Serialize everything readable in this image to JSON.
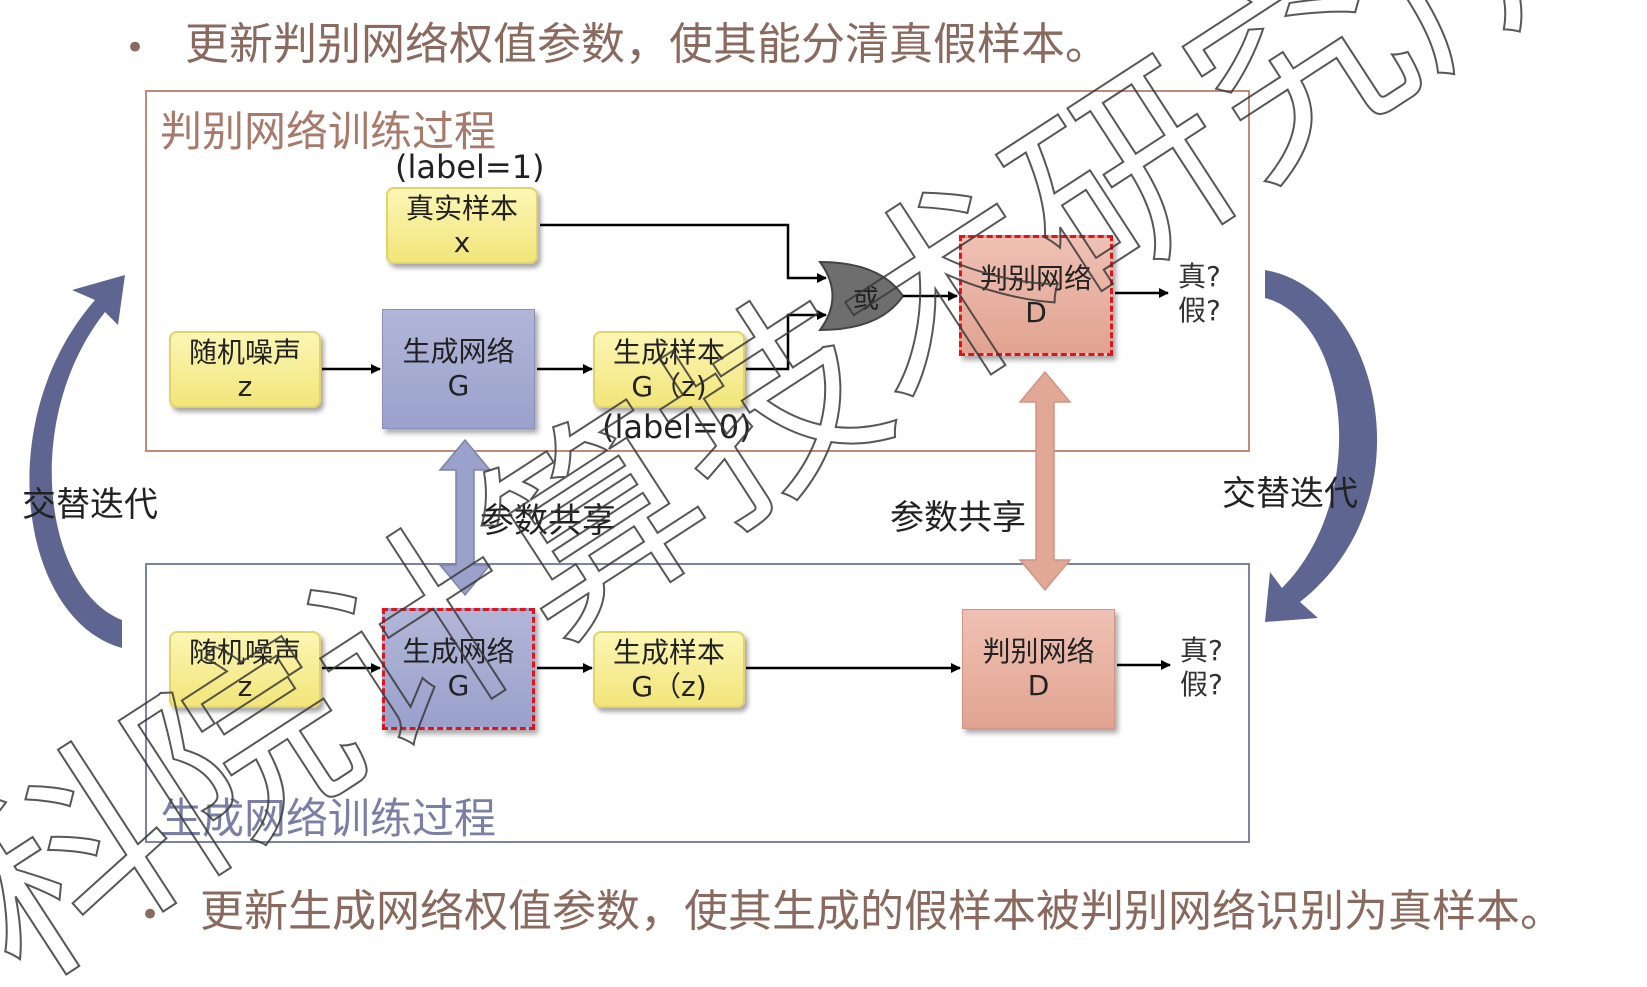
{
  "bullets": {
    "top": "更新判别网络权值参数，使其能分清真假样本。",
    "bottom": "更新生成网络权值参数，使其生成的假样本被判别网络识别为真样本。",
    "marker": "•"
  },
  "discriminator_panel": {
    "title": "判别网络训练过程",
    "real_label": "(label=1)",
    "fake_label": "(label=0)",
    "real_sample": {
      "line1": "真实样本",
      "line2": "x"
    },
    "noise": {
      "line1": "随机噪声",
      "line2": "z"
    },
    "generator": {
      "line1": "生成网络",
      "line2": "G"
    },
    "gen_sample": {
      "line1": "生成样本",
      "line2": "G（z)"
    },
    "or_gate": "或",
    "discriminator": {
      "line1": "判别网络",
      "line2": "D"
    },
    "output": {
      "line1": "真?",
      "line2": "假?"
    }
  },
  "generator_panel": {
    "title": "生成网络训练过程",
    "noise": {
      "line1": "随机噪声",
      "line2": "z"
    },
    "generator": {
      "line1": "生成网络",
      "line2": "G"
    },
    "gen_sample": {
      "line1": "生成样本",
      "line2": "G（z)"
    },
    "discriminator": {
      "line1": "判别网络",
      "line2": "D"
    },
    "output": {
      "line1": "真?",
      "line2": "假?"
    }
  },
  "labels": {
    "alternate_left": "交替迭代",
    "alternate_right": "交替迭代",
    "param_share_left": "参数共享",
    "param_share_right": "参数共享"
  },
  "watermark": "科院计算技术研究所",
  "colors": {
    "disc_panel_border": "#c08b7a",
    "gen_panel_border": "#7d82a8",
    "curved_arrow": "#5e6591",
    "share_arrow_left": "#9aa1cb",
    "share_arrow_right": "#e2a896"
  }
}
